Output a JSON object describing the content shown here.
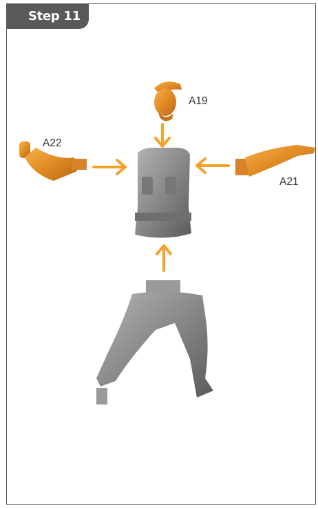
{
  "step": {
    "title": "Step 11"
  },
  "parts": {
    "head": {
      "id": "A19"
    },
    "left_arm": {
      "id": "A22"
    },
    "right_arm": {
      "id": "A21"
    }
  },
  "colors": {
    "part_orange": "#e8952a",
    "arrow_orange": "#f5a12a",
    "body_grey": "#8a8a8a",
    "tab_grey": "#58595b"
  }
}
